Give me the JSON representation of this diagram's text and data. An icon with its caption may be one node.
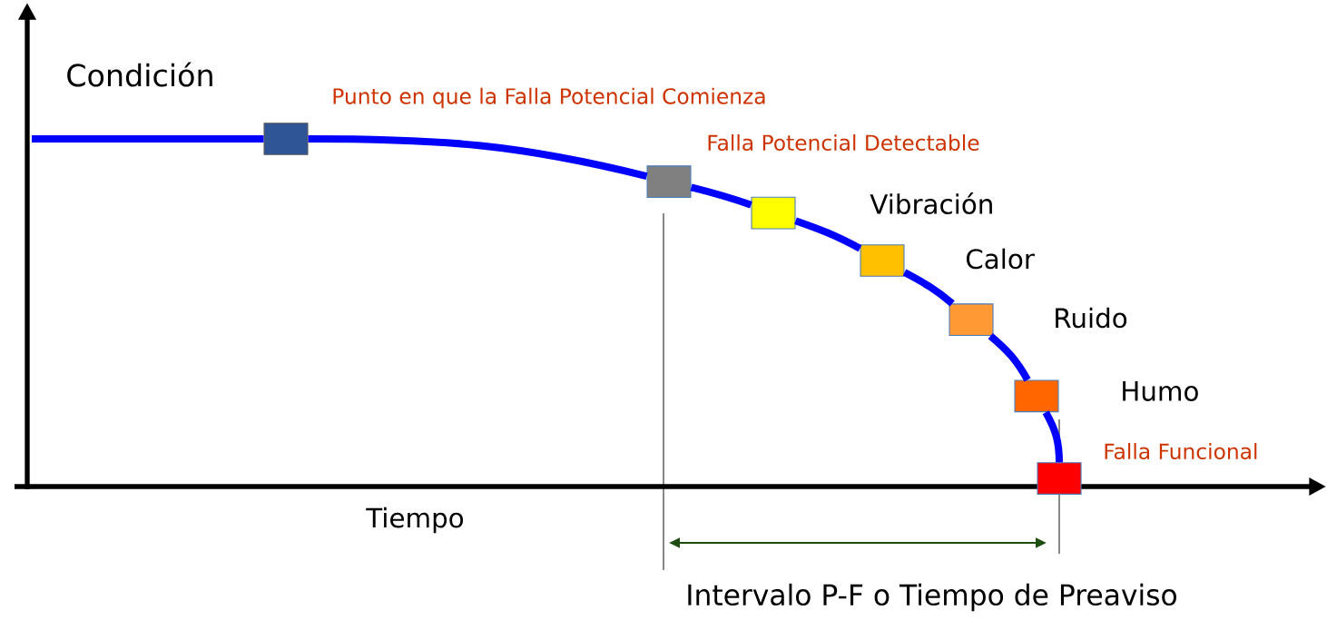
{
  "diagram": {
    "nodes": [
      {
        "text": [],
        "shape": "octagon"
      },
      {
        "text": [],
        "shape": "octagon"
      },
      {
        "text": [],
        "shape": "octagon"
      },
      {
        "text": [],
        "shape": "octagon"
      },
      {
        "text": [],
        "shape": "octagon"
      },
      {
        "text": [],
        "shape": "octagon"
      },
      {
        "text": [],
        "shape": "octagon"
      }
    ],
    "edges": [
      {
        "from": null,
        "to": 0,
        "arrow": "none"
      },
      {
        "from": 0,
        "to": 1,
        "arrow": "none"
      },
      {
        "from": 1,
        "to": 2,
        "arrow": "none"
      },
      {
        "from": 2,
        "to": 3,
        "arrow": "none"
      },
      {
        "from": 3,
        "to": 4,
        "arrow": "none"
      },
      {
        "from": 4,
        "to": 5,
        "arrow": "none"
      },
      {
        "from": 5,
        "to": 6,
        "arrow": "none"
      }
    ],
    "labels": [
      "Condición",
      "Punto en que la Falla Potencial Comienza",
      "Falla Potencial Detectable",
      "Vibración",
      "Calor",
      "Ruido",
      "Humo",
      "Falla Funcional",
      "Tiempo",
      "Intervalo P-F o Tiempo de Preaviso"
    ]
  }
}
